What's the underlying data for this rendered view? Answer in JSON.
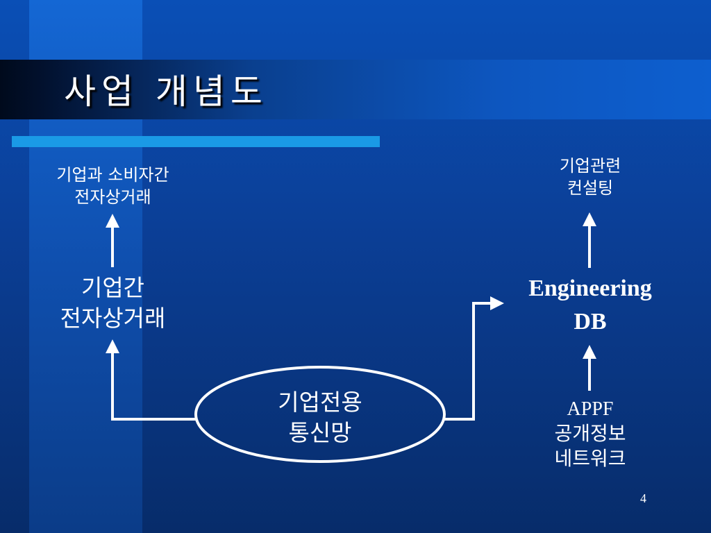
{
  "slide": {
    "title": "사업 개념도",
    "page_number": "4"
  },
  "diagram": {
    "b2c": {
      "line1": "기업과 소비자간",
      "line2": "전자상거래"
    },
    "b2b": {
      "line1": "기업간",
      "line2": "전자상거래"
    },
    "network": {
      "line1": "기업전용",
      "line2": "통신망"
    },
    "consulting": {
      "line1": "기업관련",
      "line2": "컨설팅"
    },
    "engineering_db": {
      "line1": "Engineering",
      "line2": "DB"
    },
    "appf": {
      "line1": "APPF",
      "line2": "공개정보",
      "line3": "네트워크"
    }
  },
  "colors": {
    "background": "#0b3e95",
    "accent_bar": "#1a9ae6",
    "foreground": "#ffffff"
  }
}
